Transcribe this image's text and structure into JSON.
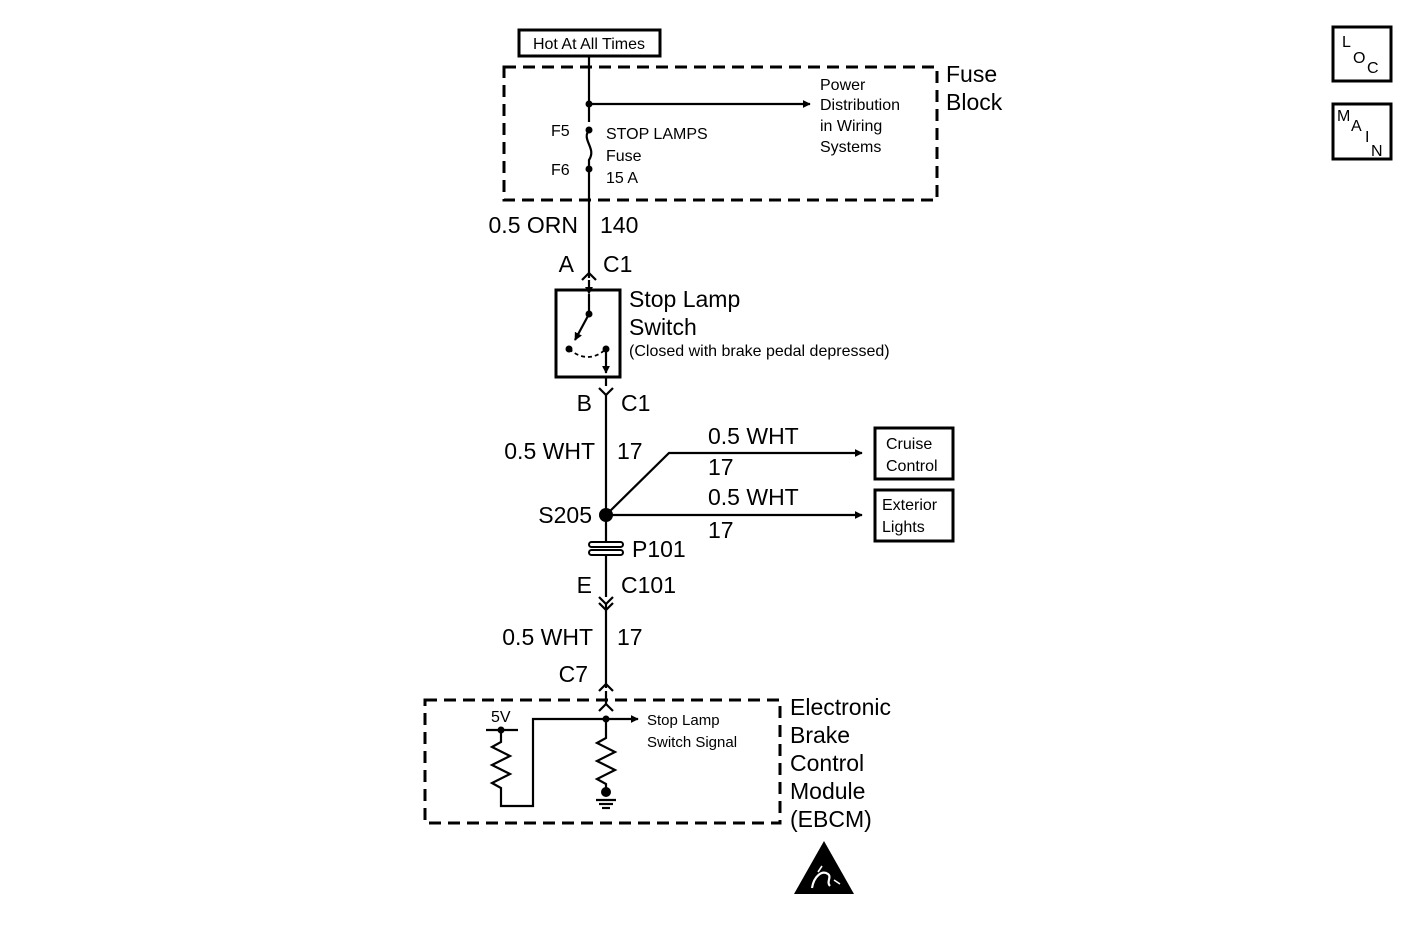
{
  "power": {
    "label": "Hot At All Times"
  },
  "fuse_block": {
    "label_line1": "Fuse",
    "label_line2": "Block",
    "power_dist": [
      "Power",
      "Distribution",
      "in Wiring",
      "Systems"
    ],
    "fuse_pin_in": "F5",
    "fuse_pin_out": "F6",
    "fuse_name": [
      "STOP LAMPS",
      "Fuse",
      "15 A"
    ]
  },
  "wire_orn": {
    "gauge_color": "0.5 ORN",
    "circuit": "140"
  },
  "switch": {
    "top_pin": "A",
    "top_conn": "C1",
    "name_line1": "Stop Lamp",
    "name_line2": "Switch",
    "note": "(Closed with brake pedal depressed)",
    "bottom_pin": "B",
    "bottom_conn": "C1"
  },
  "wire_wht_main": {
    "gauge_color": "0.5 WHT",
    "circuit": "17"
  },
  "branch_cruise": {
    "gauge_color": "0.5 WHT",
    "circuit": "17",
    "dest": [
      "Cruise",
      "Control"
    ]
  },
  "branch_exterior": {
    "gauge_color": "0.5 WHT",
    "circuit": "17",
    "dest": [
      "Exterior",
      "Lights"
    ]
  },
  "splice": {
    "label": "S205"
  },
  "passthrough": {
    "label": "P101"
  },
  "connector_c101": {
    "pin": "E",
    "conn": "C101"
  },
  "wire_wht_lower": {
    "gauge_color": "0.5 WHT",
    "circuit": "17"
  },
  "ebcm": {
    "conn": "C7",
    "voltage": "5V",
    "signal": [
      "Stop Lamp",
      "Switch Signal"
    ],
    "name": [
      "Electronic",
      "Brake",
      "Control",
      "Module",
      "(EBCM)"
    ]
  },
  "nav": {
    "loc": [
      "L",
      "O",
      "C"
    ],
    "main": [
      "M",
      "A",
      "I",
      "N"
    ]
  },
  "icons": {
    "esd": "esd-warning-icon"
  }
}
